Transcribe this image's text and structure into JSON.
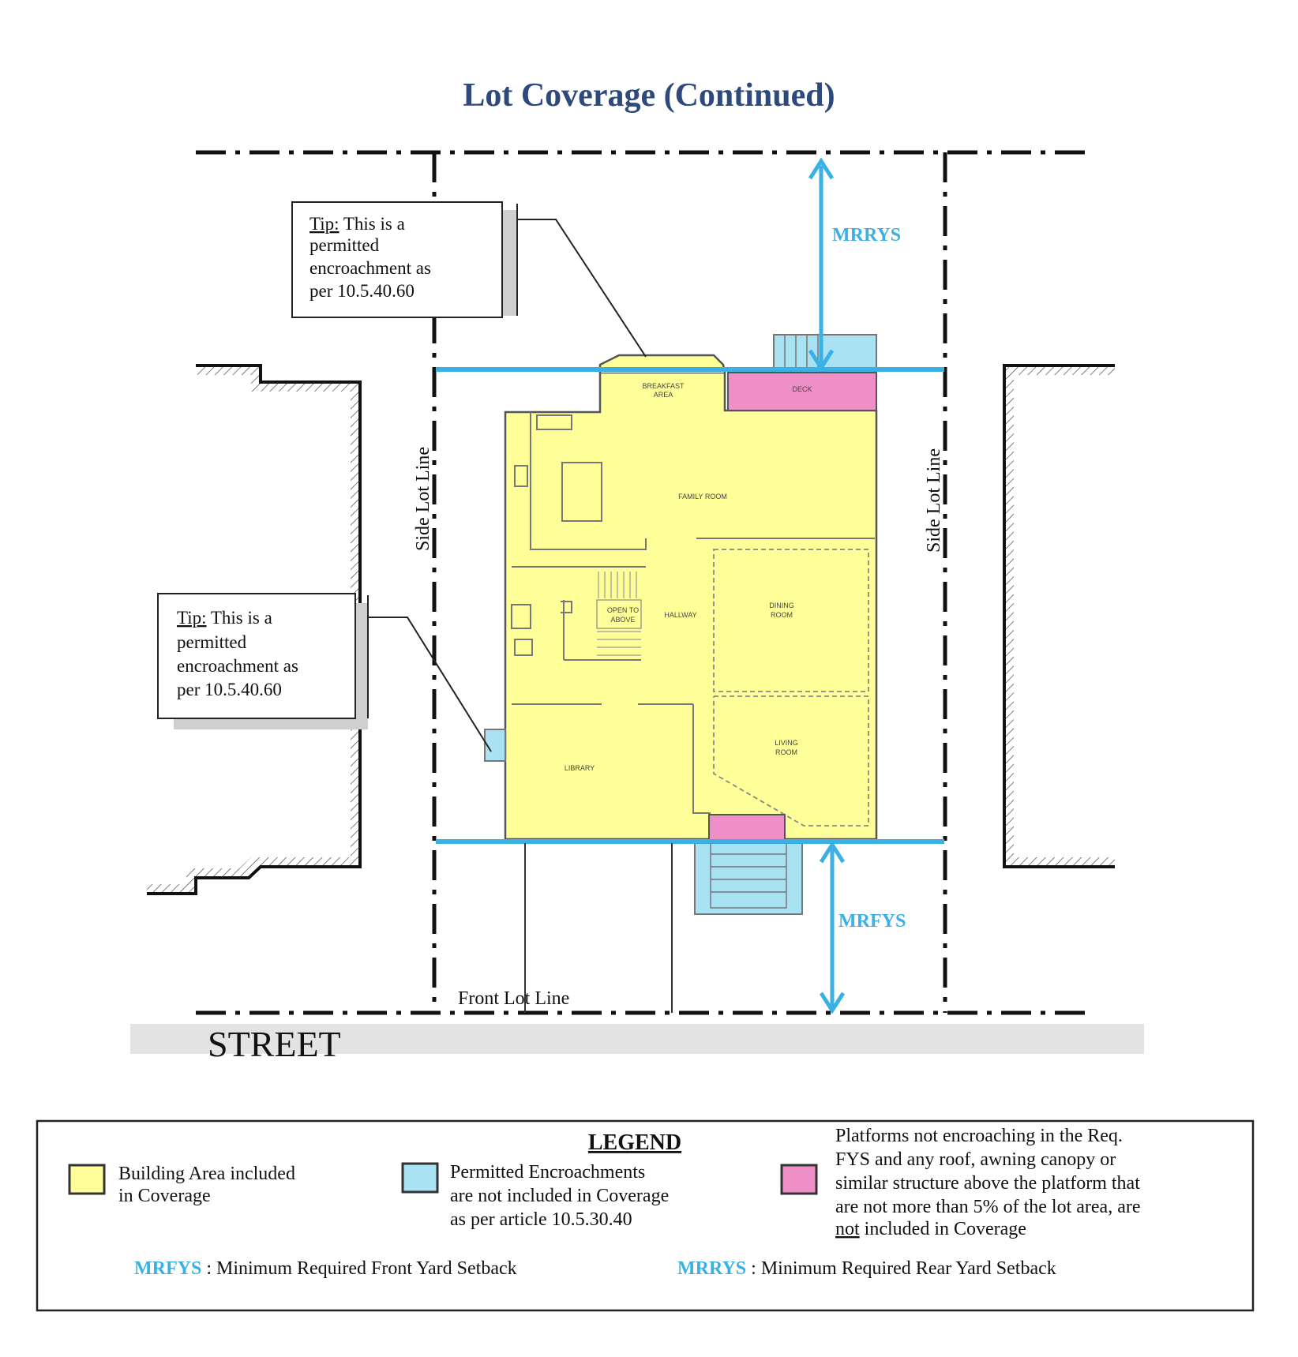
{
  "title": "Lot Coverage (Continued)",
  "tips": {
    "upper": {
      "prefix": "Tip:",
      "lines": [
        " This is a",
        "permitted",
        "encroachment as",
        "per 10.5.40.60"
      ]
    },
    "lower": {
      "prefix": "Tip:",
      "lines": [
        " This is a",
        "permitted",
        "encroachment as",
        "per 10.5.40.60"
      ]
    }
  },
  "labels": {
    "side_lot_left": "Side Lot Line",
    "side_lot_right": "Side Lot Line",
    "front_lot": "Front Lot Line",
    "street": "STREET",
    "mrrys": "MRRYS",
    "mrfys": "MRFYS"
  },
  "rooms": {
    "breakfast_1": "BREAKFAST",
    "breakfast_2": "AREA",
    "deck": "DECK",
    "family_room": "FAMILY ROOM",
    "open_1": "OPEN TO",
    "open_2": "ABOVE",
    "hallway": "HALLWAY",
    "dining_1": "DINING",
    "dining_2": "ROOM",
    "living_1": "LIVING",
    "living_2": "ROOM",
    "library": "LIBRARY"
  },
  "legend": {
    "title": "LEGEND",
    "items": [
      {
        "color": "#ffff99",
        "lines": [
          "Building Area included",
          "in Coverage"
        ]
      },
      {
        "color": "#a9e2f3",
        "lines": [
          "Permitted Encroachments",
          "are not included in Coverage",
          "as per article 10.5.30.40"
        ]
      },
      {
        "color": "#ef8fc8",
        "lines": [
          "Platforms not encroaching in the Req.",
          "FYS and any roof, awning canopy or",
          "similar structure above the platform that",
          "are not more than 5% of the lot area, are"
        ],
        "last_underlined": "not",
        "last_rest": " included in Coverage"
      }
    ],
    "abbr": [
      {
        "code": "MRFYS",
        "text": " : Minimum Required Front Yard Setback"
      },
      {
        "code": "MRRYS",
        "text": " : Minimum Required Rear Yard Setback"
      }
    ]
  },
  "colors": {
    "title": "#2e4a7d",
    "setback_blue": "#3bb0e4",
    "building": "#ffff99",
    "encroachment": "#a9e2f3",
    "platform": "#ef8fc8",
    "street": "#e3e3e3"
  }
}
